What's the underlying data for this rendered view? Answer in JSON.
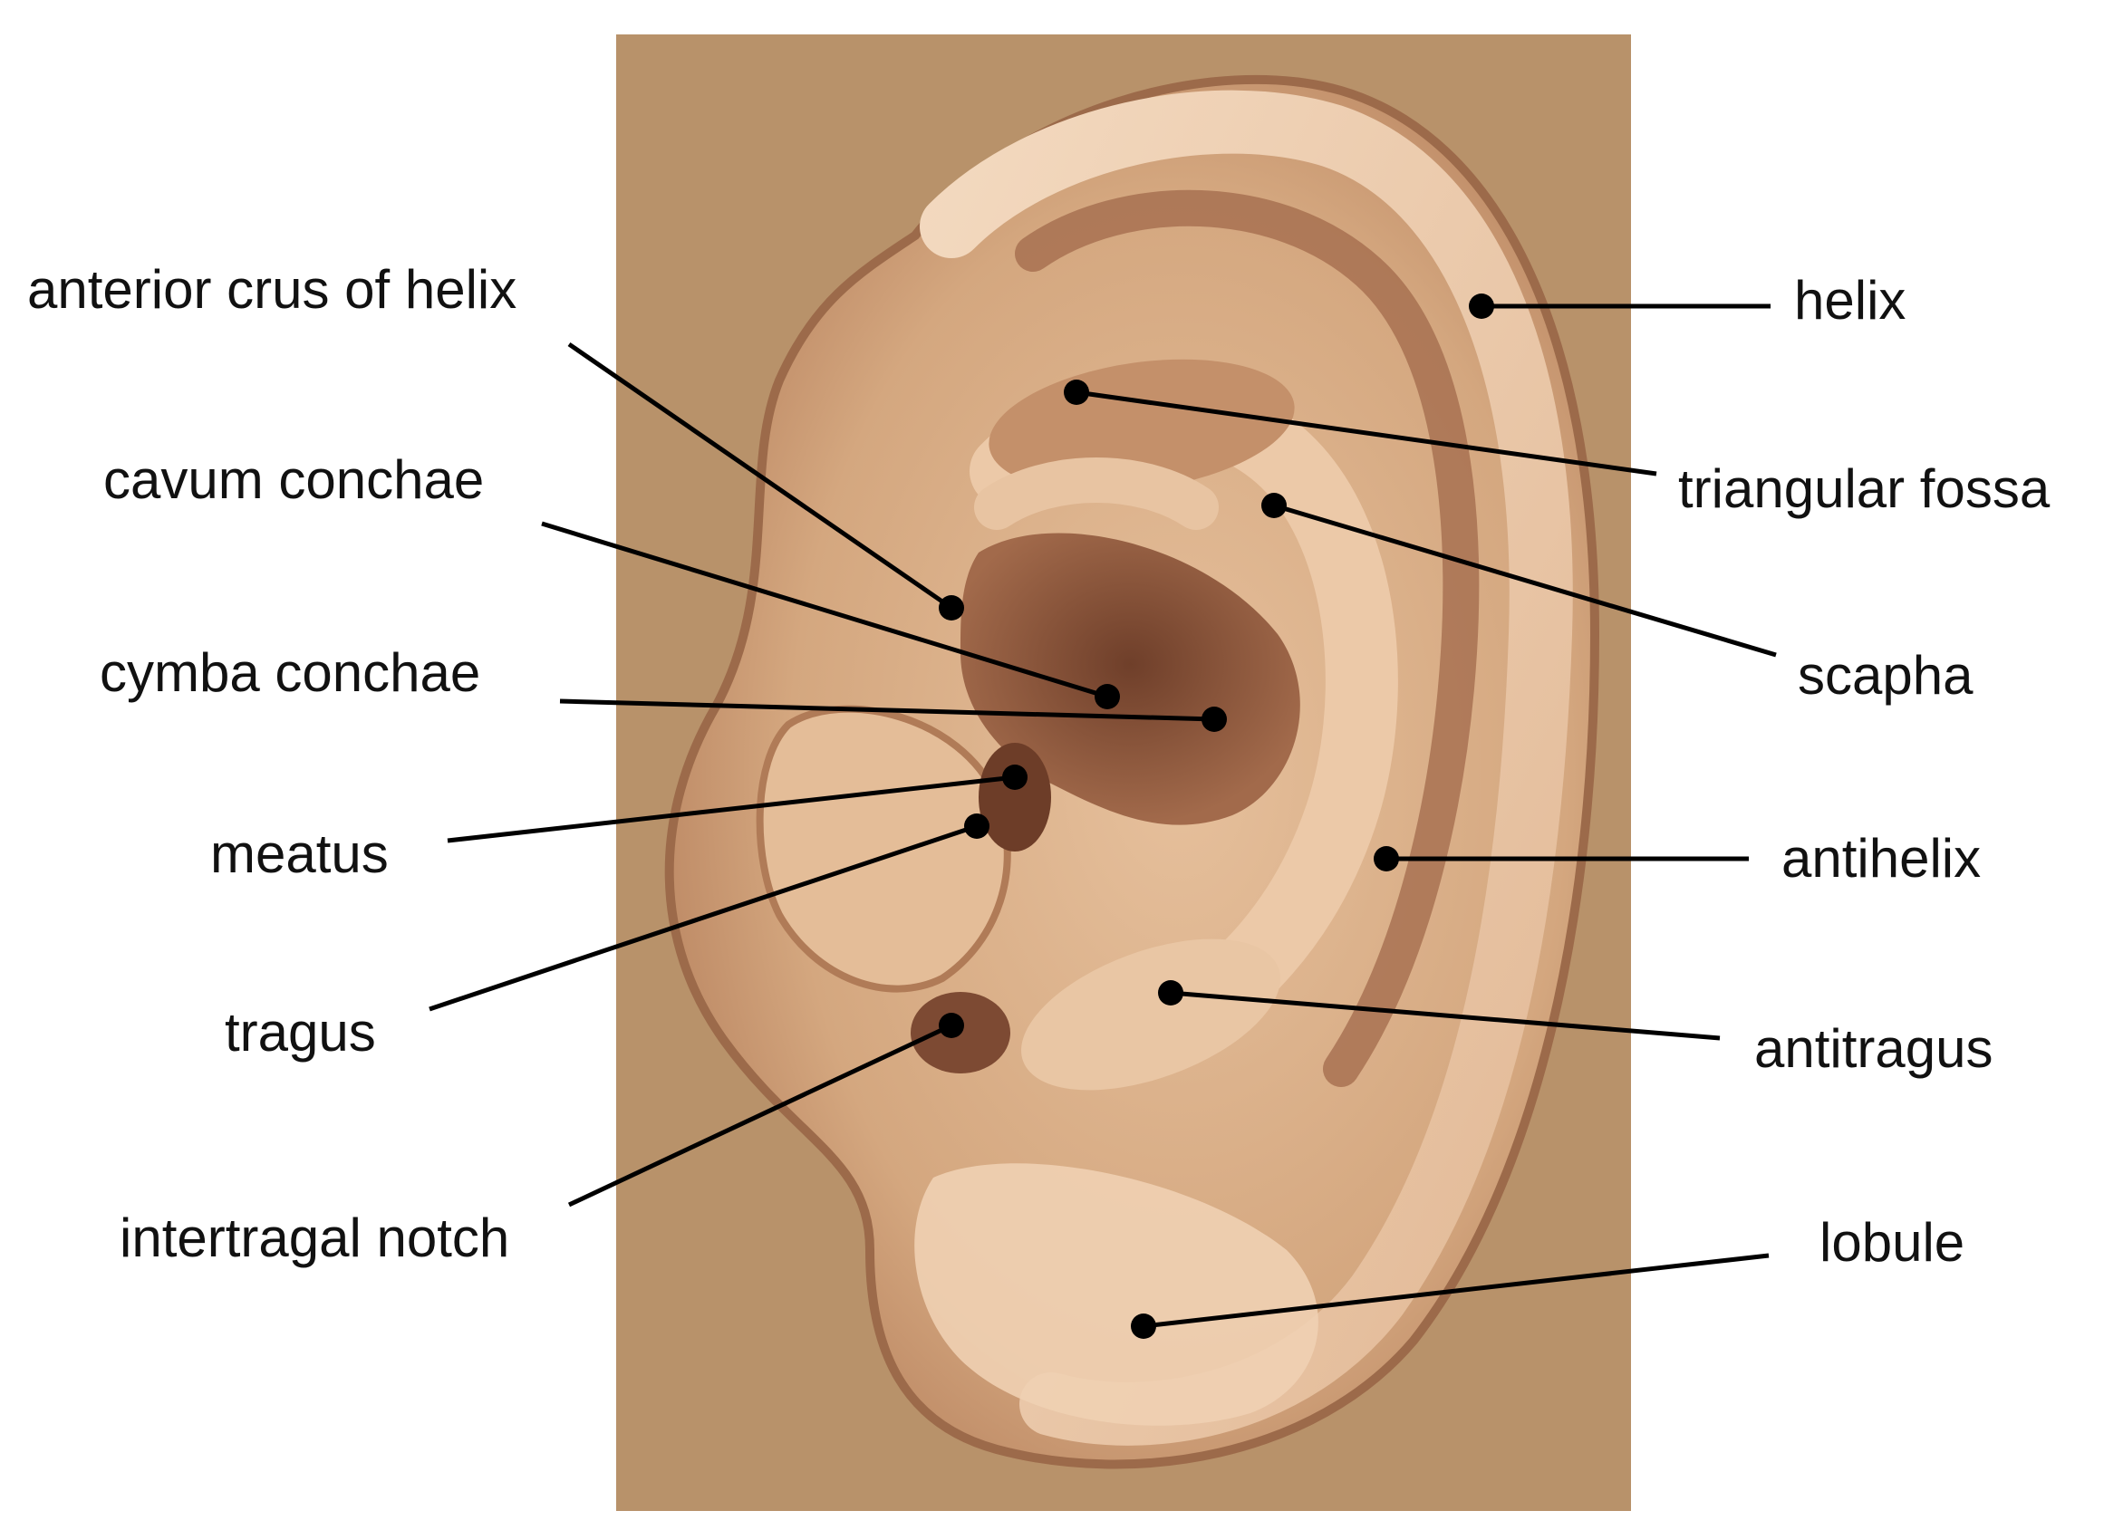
{
  "labels": {
    "anterior_crus_of_helix": "anterior crus of helix",
    "cavum_conchae": "cavum conchae",
    "cymba_conchae": "cymba conchae",
    "meatus": "meatus",
    "tragus": "tragus",
    "intertragal_notch": "intertragal notch",
    "helix": "helix",
    "triangular_fossa": "triangular fossa",
    "scapha": "scapha",
    "antihelix": "antihelix",
    "antitragus": "antitragus",
    "lobule": "lobule"
  },
  "colors": {
    "background_panel": "#b8926a",
    "skin_light": "#f0d2b4",
    "skin_mid": "#dcb08a",
    "skin_dark": "#a9704f",
    "skin_deep": "#7a4a33",
    "leader_line": "#000000"
  }
}
